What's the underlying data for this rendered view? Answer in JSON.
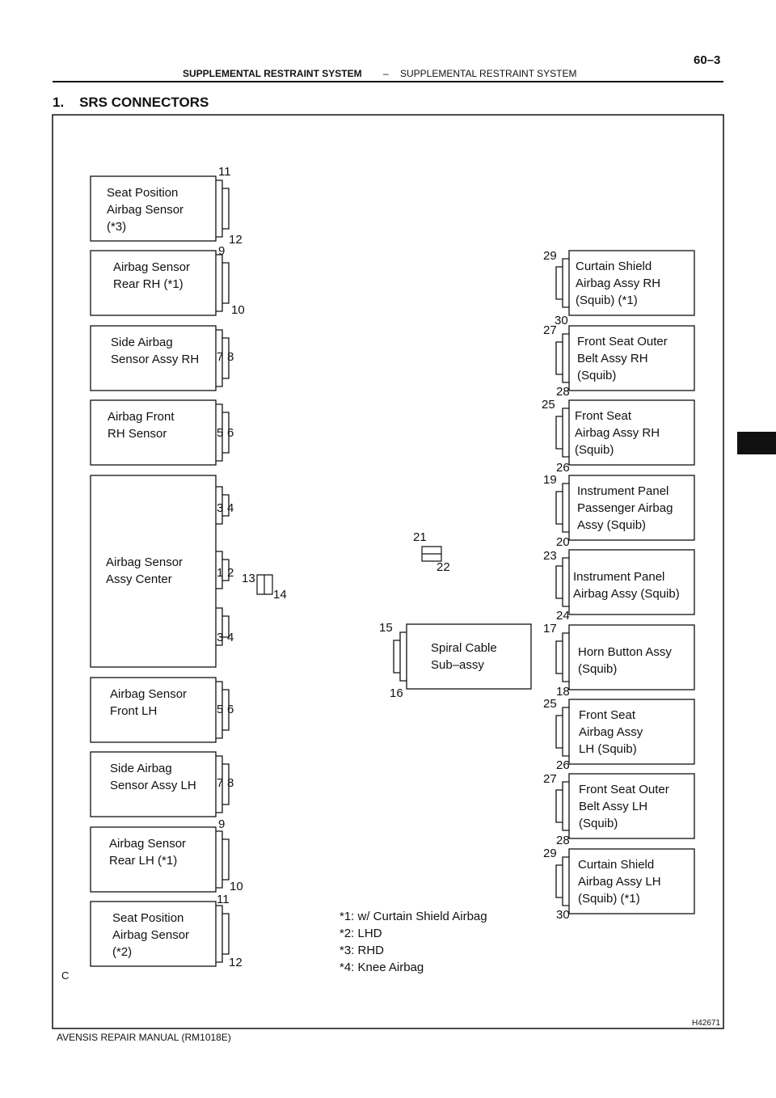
{
  "header": {
    "section": "SUPPLEMENTAL RESTRAINT SYSTEM",
    "separator": "–",
    "subsection": "SUPPLEMENTAL RESTRAINT SYSTEM",
    "page_number": "60–3"
  },
  "title": "1.    SRS CONNECTORS",
  "footer": "AVENSIS REPAIR MANUAL   (RM1018E)",
  "figure": {
    "id": "H42671",
    "corner": "C",
    "left_components": [
      {
        "id": "seat-pos-rh",
        "lines": [
          "Seat Position",
          "Airbag Sensor",
          "(*3)"
        ],
        "pins": [
          "11",
          "12"
        ]
      },
      {
        "id": "rear-rh",
        "lines": [
          "Airbag Sensor",
          "Rear RH (*1)"
        ],
        "pins": [
          "9",
          "10"
        ]
      },
      {
        "id": "side-rh",
        "lines": [
          "Side Airbag",
          "Sensor Assy RH"
        ],
        "pins": [
          "7",
          "8"
        ]
      },
      {
        "id": "front-rh",
        "lines": [
          "Airbag Front",
          "RH Sensor"
        ],
        "pins": [
          "5",
          "6"
        ]
      },
      {
        "id": "center",
        "lines": [
          "Airbag Sensor",
          "Assy Center"
        ],
        "pins": [
          "3",
          "4",
          "1",
          "2",
          "3",
          "4"
        ]
      },
      {
        "id": "front-lh",
        "lines": [
          "Airbag Sensor",
          "Front LH"
        ],
        "pins": [
          "5",
          "6"
        ]
      },
      {
        "id": "side-lh",
        "lines": [
          "Side Airbag",
          "Sensor Assy LH"
        ],
        "pins": [
          "7",
          "8"
        ]
      },
      {
        "id": "rear-lh",
        "lines": [
          "Airbag Sensor",
          "Rear LH (*1)"
        ],
        "pins": [
          "9",
          "10"
        ]
      },
      {
        "id": "seat-pos-lh",
        "lines": [
          "Seat Position",
          "Airbag Sensor",
          "(*2)"
        ],
        "pins": [
          "11",
          "12"
        ]
      }
    ],
    "right_components": [
      {
        "id": "curtain-rh",
        "lines": [
          "Curtain Shield",
          "Airbag Assy RH",
          "(Squib) (*1)"
        ],
        "pins": [
          "29",
          "30"
        ]
      },
      {
        "id": "belt-rh",
        "lines": [
          "Front Seat Outer",
          "Belt Assy RH",
          "(Squib)"
        ],
        "pins": [
          "27",
          "28"
        ]
      },
      {
        "id": "seat-airbag-rh",
        "lines": [
          "Front Seat",
          "Airbag Assy RH",
          "(Squib)"
        ],
        "pins": [
          "25",
          "26"
        ]
      },
      {
        "id": "ip-passenger",
        "lines": [
          "Instrument Panel",
          "Passenger Airbag",
          "Assy (Squib)"
        ],
        "pins": [
          "19",
          "20"
        ]
      },
      {
        "id": "ip-knee",
        "lines": [
          "Instrument Panel",
          "Airbag Assy (Squib)"
        ],
        "pins": [
          "23",
          "24"
        ]
      },
      {
        "id": "horn",
        "lines": [
          "Horn Button Assy",
          "(Squib)"
        ],
        "pins": [
          "17",
          "18"
        ]
      },
      {
        "id": "seat-airbag-lh",
        "lines": [
          "Front Seat",
          "Airbag Assy",
          "LH (Squib)"
        ],
        "pins": [
          "25",
          "26"
        ]
      },
      {
        "id": "belt-lh",
        "lines": [
          "Front Seat Outer",
          "Belt Assy LH",
          "(Squib)"
        ],
        "pins": [
          "27",
          "28"
        ]
      },
      {
        "id": "curtain-lh",
        "lines": [
          "Curtain Shield",
          "Airbag Assy LH",
          "(Squib) (*1)"
        ],
        "pins": [
          "29",
          "30"
        ]
      }
    ],
    "spiral_cable": {
      "lines": [
        "Spiral Cable",
        "Sub–assy"
      ],
      "pins": [
        "15",
        "16"
      ]
    },
    "junctions": [
      {
        "id": "j13-14",
        "pins": [
          "13",
          "14"
        ]
      },
      {
        "id": "j21-22",
        "pins": [
          "21",
          "22"
        ]
      }
    ],
    "notes": [
      "*1: w/ Curtain Shield Airbag",
      "*2: LHD",
      "*3: RHD",
      "*4: Knee Airbag"
    ]
  }
}
